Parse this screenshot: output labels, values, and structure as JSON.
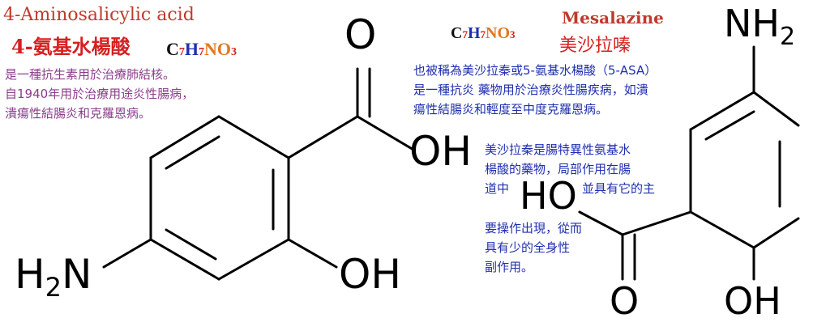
{
  "left": {
    "name_en": "4-Aminosalicylic acid",
    "name_zh": "4-氨基水楊酸",
    "formula": [
      "C",
      "7",
      "H",
      "7",
      "NO",
      "3"
    ],
    "desc": [
      "是一種抗生素用於治療肺結核。",
      "自1940年用於治療用途炎性腸病，",
      "潰瘍性結腸炎和克羅恩病。"
    ],
    "atoms": {
      "o_top": "O",
      "oh_acid": "OH",
      "oh_ring": "OH",
      "amine": "H2N"
    }
  },
  "right": {
    "name_en": "Mesalazine",
    "name_zh": "美沙拉嗪",
    "formula": [
      "C",
      "7",
      "H",
      "7",
      "NO",
      "3"
    ],
    "desc1": [
      "也被稱為美沙拉秦或5-氨基水楊酸（5-ASA）",
      "是一種抗炎 藥物用於治療炎性腸疾病，如潰",
      "瘍性結腸炎和輕度至中度克羅恩病。"
    ],
    "desc2": [
      "美沙拉秦是腸特異性氨基水",
      "楊酸的藥物，局部作用在腸",
      "道中",
      "並具有它的主"
    ],
    "desc3": [
      "要操作出現，從而",
      "具有少的全身性",
      "副作用。"
    ],
    "atoms": {
      "nh2": "NH2",
      "ho_acid": "HO",
      "o_bottom": "O",
      "oh_ring": "OH"
    }
  },
  "colors": {
    "name_en": "#c0392b",
    "name_zh": "#d62020",
    "purple_text": "#8b3d8b",
    "blue_text": "#1f2fae",
    "formula_c": "#111111",
    "formula_h": "#1f2fae",
    "formula_n": "#e07820",
    "formula_sub": "#d62020"
  }
}
